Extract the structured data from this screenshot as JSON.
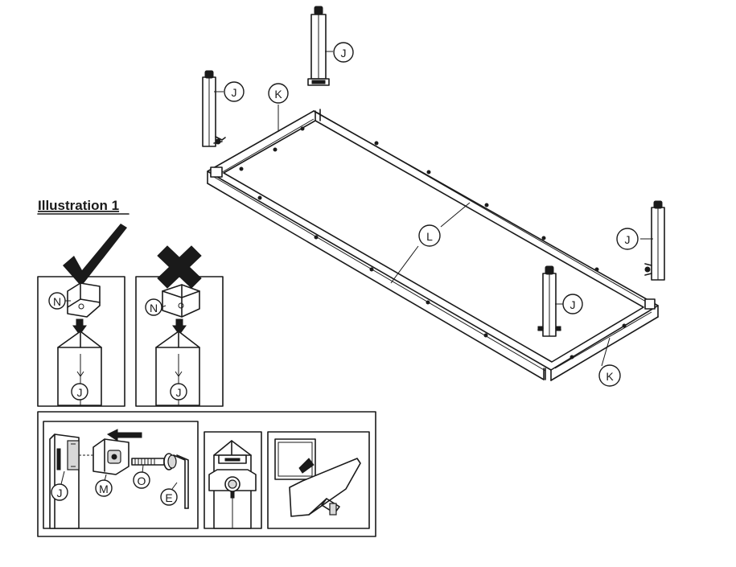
{
  "illustration_title": "Illustration 1",
  "part_labels": {
    "J": "J",
    "K": "K",
    "L": "L",
    "N": "N",
    "M": "M",
    "O": "O",
    "E": "E"
  },
  "marks": {
    "correct": "check-mark-icon",
    "incorrect": "cross-mark-icon"
  }
}
